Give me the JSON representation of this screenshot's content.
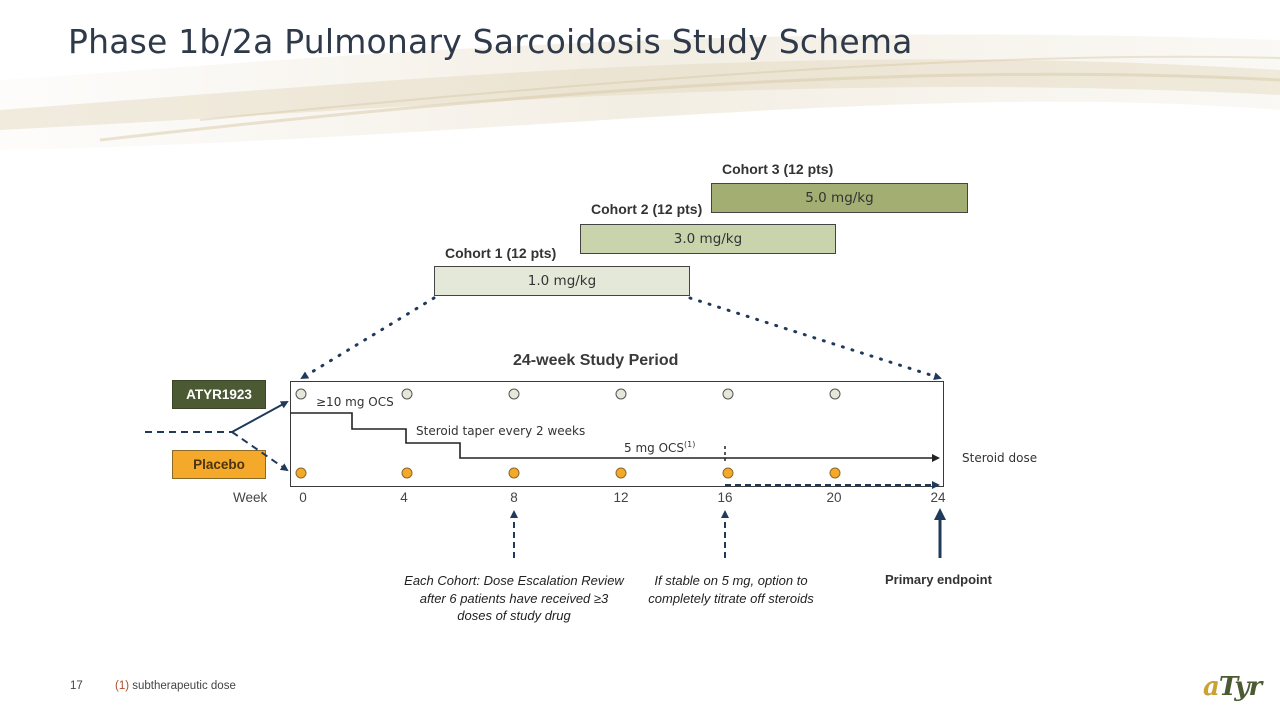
{
  "title": "Phase 1b/2a Pulmonary Sarcoidosis Study Schema",
  "cohorts": [
    {
      "label": "Cohort 1 (12 pts)",
      "dose": "1.0 mg/kg",
      "color": "#e4e8d8"
    },
    {
      "label": "Cohort 2 (12 pts)",
      "dose": "3.0 mg/kg",
      "color": "#c9d4ac"
    },
    {
      "label": "Cohort 3 (12 pts)",
      "dose": "5.0 mg/kg",
      "color": "#a3ae72"
    }
  ],
  "study_period_title": "24-week Study Period",
  "arms": {
    "active": "ATYR1923",
    "placebo": "Placebo"
  },
  "colors": {
    "active": "#4c5a33",
    "placebo": "#f4a92b",
    "arrow": "#1f3a5a"
  },
  "labels": {
    "ocs_start": "≥10 mg OCS",
    "taper": "Steroid taper every 2 weeks",
    "ocs_end": "5 mg OCS",
    "ocs_end_ref": "(1)",
    "steroid_dose": "Steroid dose",
    "week": "Week"
  },
  "weeks": [
    "0",
    "4",
    "8",
    "12",
    "16",
    "20",
    "24"
  ],
  "notes": {
    "escalation": [
      "Each Cohort: Dose Escalation Review",
      "after 6 patients have received ≥3",
      "doses of study drug"
    ],
    "stable": [
      "If stable on 5 mg, option to",
      "completely titrate off steroids"
    ],
    "primary": "Primary endpoint"
  },
  "footer": {
    "page": "17",
    "ref": "(1)",
    "text": "subtherapeutic dose"
  },
  "logo": {
    "a": "a",
    "tyr": "Tyr"
  }
}
